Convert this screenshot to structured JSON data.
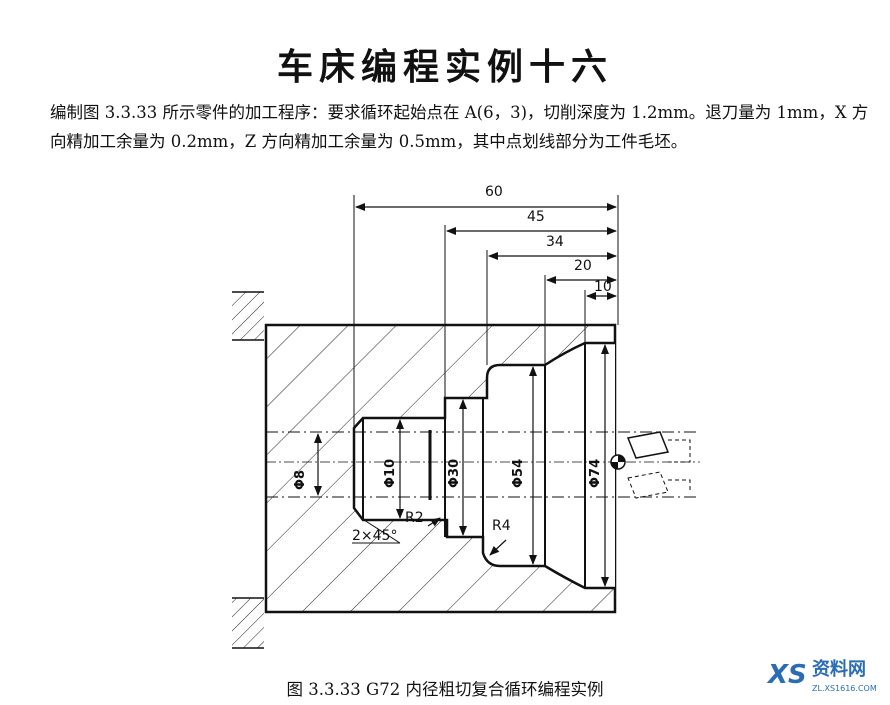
{
  "title": "车床编程实例十六",
  "paragraph": "编制图 3.3.33 所示零件的加工程序：要求循环起始点在 A(6，3)，切削深度为 1.2mm。退刀量为 1mm，X 方向精加工余量为 0.2mm，Z 方向精加工余量为 0.5mm，其中点划线部分为工件毛坯。",
  "caption": "图 3.3.33    G72 内径粗切复合循环编程实例",
  "dimensions": {
    "len_60": "60",
    "len_45": "45",
    "len_34": "34",
    "len_20": "20",
    "len_10": "10",
    "dia_8": "Φ8",
    "dia_10": "Φ10",
    "dia_30": "Φ30",
    "dia_54": "Φ54",
    "dia_74": "Φ74",
    "radius_2": "R2",
    "radius_4": "R4",
    "chamfer": "2×45°"
  },
  "watermark": {
    "brand_cn": "资料网",
    "brand_url": "ZL.XS1616.COM",
    "accent": "#2a6db5"
  }
}
